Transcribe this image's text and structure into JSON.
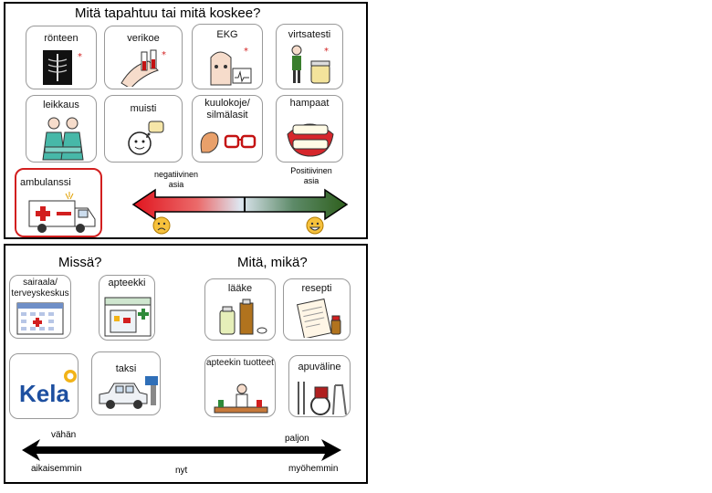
{
  "top_panel": {
    "title": "Mitä tapahtuu tai mitä koskee?",
    "cards": [
      {
        "label": "rönteen"
      },
      {
        "label": "verikoe"
      },
      {
        "label": "EKG"
      },
      {
        "label": "virtsatesti"
      },
      {
        "label": "leikkaus"
      },
      {
        "label": "muisti"
      },
      {
        "label": "kuulokoje/ silmälasit"
      },
      {
        "label": "hampaat"
      },
      {
        "label": "ambulanssi"
      }
    ],
    "scale": {
      "negative_label": "negatiivinen asia",
      "positive_label": "Positiivinen asia"
    }
  },
  "bottom_panel": {
    "title_where": "Missä?",
    "title_what": "Mitä, mikä?",
    "cards": [
      {
        "label": "sairaala/ terveyskeskus"
      },
      {
        "label": "apteekki"
      },
      {
        "label": "lääke"
      },
      {
        "label": "resepti"
      },
      {
        "label": "Kela"
      },
      {
        "label": "taksi"
      },
      {
        "label": "apteekin tuotteet"
      },
      {
        "label": "apuväline"
      }
    ],
    "scale": {
      "little": "vähän",
      "much": "paljon",
      "earlier": "aikaisemmin",
      "now": "nyt",
      "later": "myöhemmin"
    }
  },
  "colors": {
    "accent_red": "#d21f1f",
    "negative": "#e0141e",
    "positive": "#2e5f1c",
    "kela_blue": "#1d4fa0",
    "kela_gold": "#f2b317"
  }
}
